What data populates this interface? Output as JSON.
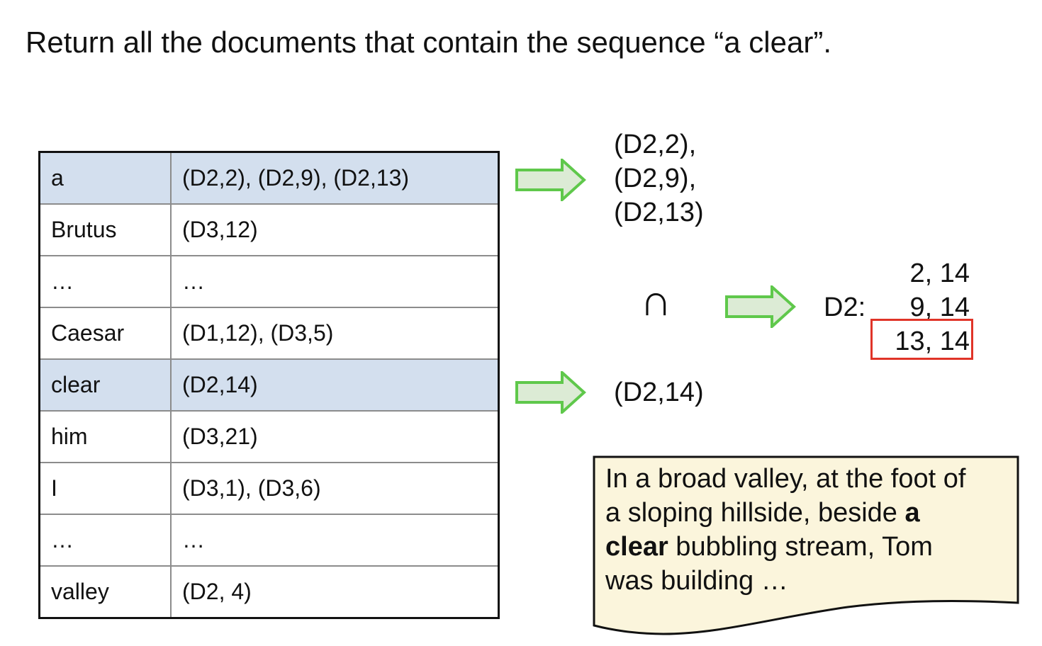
{
  "title": "Return all the documents that contain the sequence “a clear”.",
  "index": {
    "rows": [
      {
        "term": "a",
        "postings": "(D2,2), (D2,9), (D2,13)",
        "highlighted": true
      },
      {
        "term": "Brutus",
        "postings": "(D3,12)",
        "highlighted": false
      },
      {
        "term": "…",
        "postings": "…",
        "highlighted": false
      },
      {
        "term": "Caesar",
        "postings": "(D1,12), (D3,5)",
        "highlighted": false
      },
      {
        "term": "clear",
        "postings": "(D2,14)",
        "highlighted": true
      },
      {
        "term": "him",
        "postings": "(D3,21)",
        "highlighted": false
      },
      {
        "term": "I",
        "postings": "(D3,1), (D3,6)",
        "highlighted": false
      },
      {
        "term": "…",
        "postings": "…",
        "highlighted": false
      },
      {
        "term": "valley",
        "postings": "(D2, 4)",
        "highlighted": false
      }
    ],
    "highlight_color": "#d3dfee"
  },
  "postings_a": [
    "(D2,2),",
    "(D2,9),",
    "(D2,13)"
  ],
  "postings_clear": "(D2,14)",
  "intersection_symbol": "∩",
  "result": {
    "doc_label": "D2:",
    "position_pairs": [
      "2, 14",
      "9, 14",
      "13, 14"
    ],
    "match": "13, 14",
    "match_color": "#e03428"
  },
  "arrow_color": "#5fc84b",
  "arrow_fill": "#dcebd5",
  "document": {
    "line1": "In a broad valley, at the foot of",
    "line2_pre": "a sloping hillside, beside ",
    "bold_a": "a",
    "bold_clear": "clear",
    "line3_post": " bubbling stream, Tom",
    "line4": "was building …",
    "background": "#fbf5dc"
  }
}
